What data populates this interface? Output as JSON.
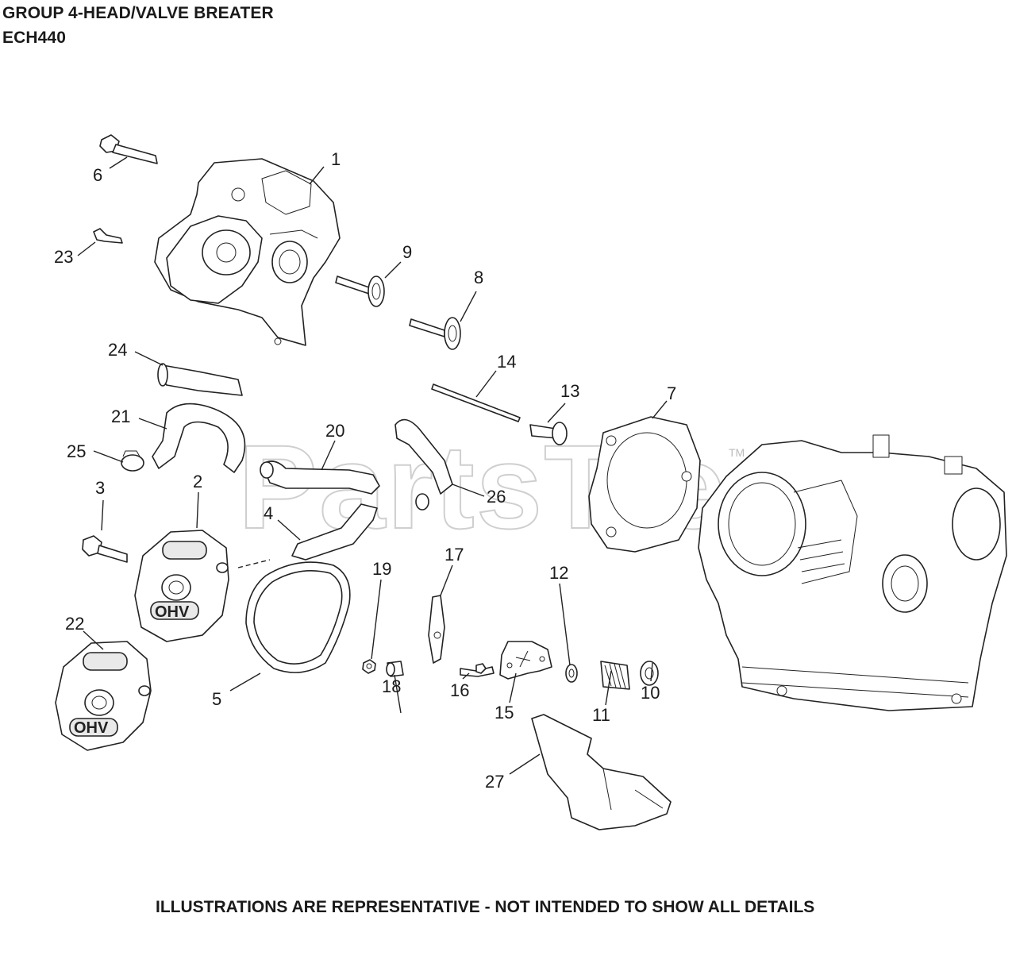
{
  "header": {
    "title_line1": "GROUP 4-HEAD/VALVE BREATER",
    "title_line2": "ECH440"
  },
  "footer": {
    "note": "ILLUSTRATIONS ARE REPRESENTATIVE - NOT INTENDED TO SHOW ALL DETAILS"
  },
  "watermark": {
    "text": "PartsTree",
    "trademark": "TM"
  },
  "part_labels": {
    "marking_ohv": "OHV"
  },
  "callouts": [
    "1",
    "2",
    "3",
    "4",
    "5",
    "6",
    "7",
    "8",
    "9",
    "10",
    "11",
    "12",
    "13",
    "14",
    "15",
    "16",
    "17",
    "18",
    "19",
    "20",
    "21",
    "22",
    "23",
    "24",
    "25",
    "26",
    "27"
  ]
}
